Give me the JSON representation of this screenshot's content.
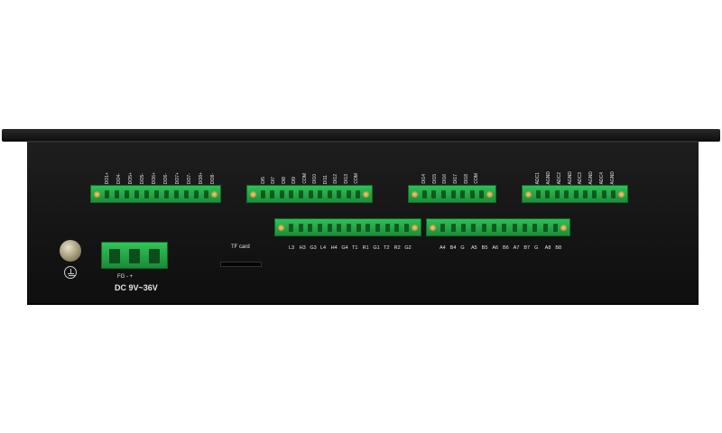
{
  "colors": {
    "chassis": "#141414",
    "terminal_green": "#27a84a",
    "label_text": "#e6e6e6"
  },
  "device": {
    "top_block_1_labels": [
      "DO1+",
      "DO4-",
      "DO5+",
      "DO5-",
      "DO6+",
      "DO6-",
      "DO7+",
      "DO7-",
      "DO8+",
      "DO8-"
    ],
    "top_block_2_labels": [
      "DI5",
      "DI7",
      "DI8",
      "DI9",
      "COM",
      "DI10",
      "DI11",
      "DI12",
      "DI13",
      "COM"
    ],
    "top_block_3_labels": [
      "DI14",
      "DI15",
      "DI16",
      "DI17",
      "DI18",
      "COM"
    ],
    "top_block_4_labels": [
      "ADC1",
      "AGND",
      "ADC2",
      "AGND",
      "ADC3",
      "AGND",
      "ADC4",
      "AGND"
    ],
    "bottom_block_1_labels": [
      "L3",
      "H3",
      "G3",
      "L4",
      "H4",
      "G4",
      "T1",
      "R1",
      "G1",
      "T2",
      "R2",
      "G2"
    ],
    "bottom_block_2_labels": [
      "A4",
      "B4",
      "G",
      "A5",
      "B5",
      "A6",
      "B6",
      "A7",
      "B7",
      "G",
      "A8",
      "B8"
    ],
    "tf_card_label": "TF card",
    "power_pin_labels": "FG  -  +",
    "power_voltage_label": "DC 9V~36V",
    "icons": [
      "ground-screw-icon",
      "ground-symbol-icon"
    ]
  }
}
